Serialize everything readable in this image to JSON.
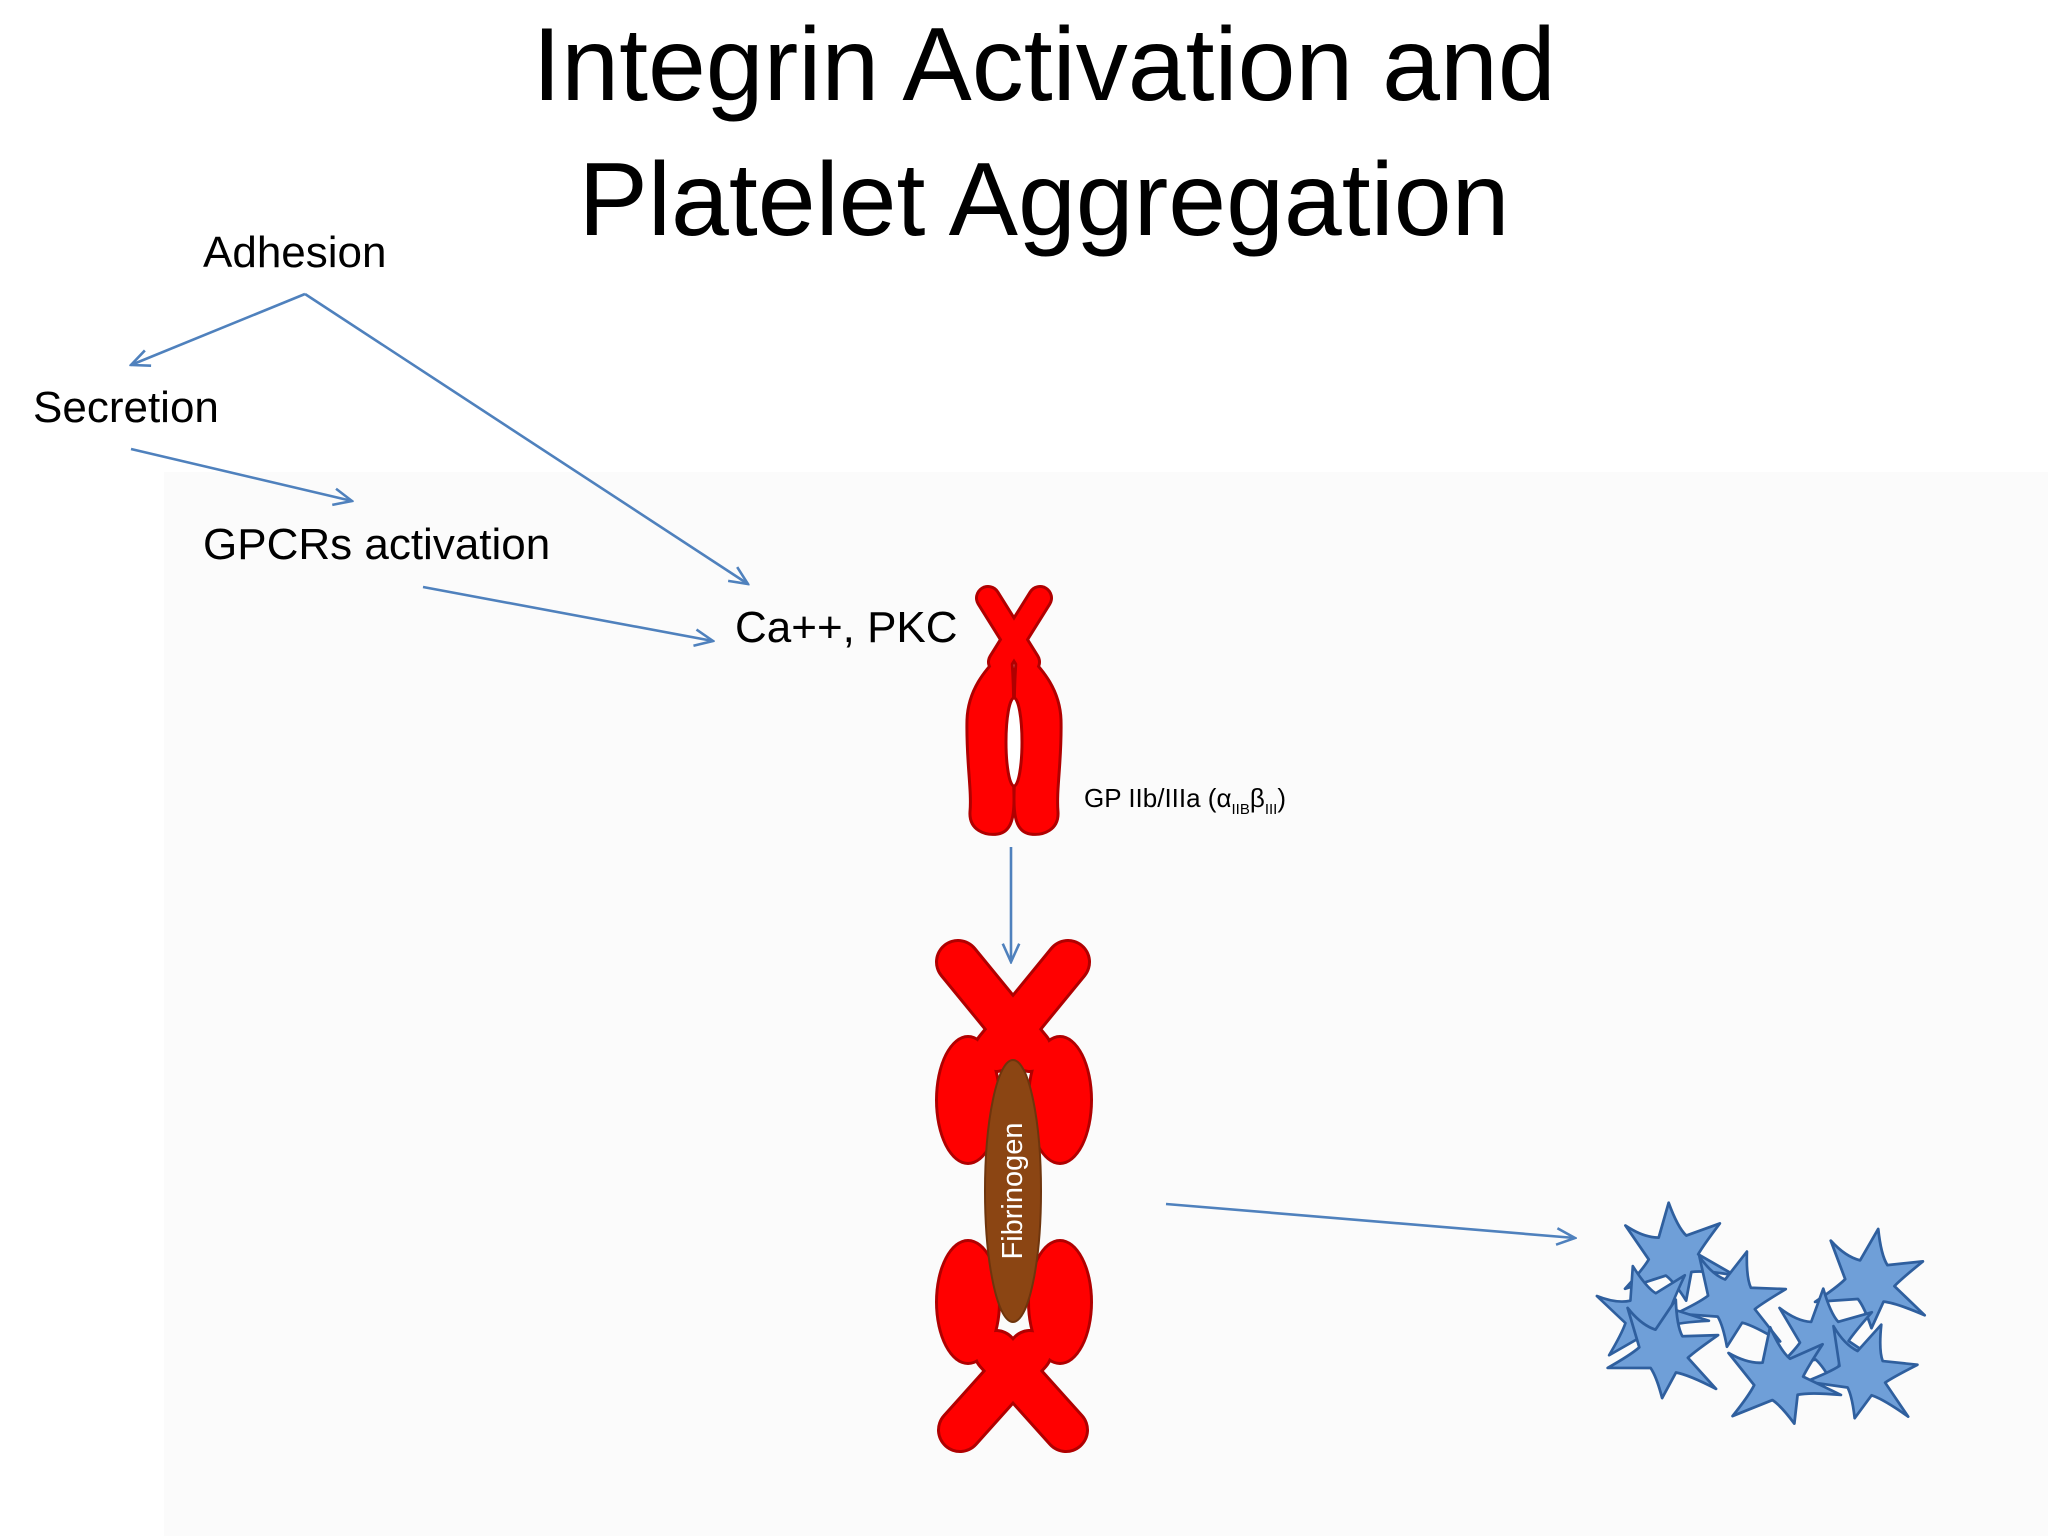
{
  "title": {
    "line1": "Integrin Activation and",
    "line2": "Platelet Aggregation"
  },
  "labels": {
    "adhesion": "Adhesion",
    "secretion": "Secretion",
    "gpcrs": "GPCRs activation",
    "ca_pkc": "Ca++, PKC"
  },
  "receptor": {
    "label_prefix": "GP IIb/IIIa (α",
    "alpha_subscript": "IIB",
    "beta": "β",
    "beta_subscript": "III",
    "label_suffix": ")"
  },
  "fibrinogen": {
    "label": "Fibrinogen"
  },
  "colors": {
    "arrow": "#4f81bd",
    "integrin_red": "#ff0000",
    "integrin_outline": "#b00000",
    "fibrinogen_brown": "#8b4513",
    "platelet_blue": "#6f9fd8",
    "platelet_outline": "#2f5f9e"
  }
}
